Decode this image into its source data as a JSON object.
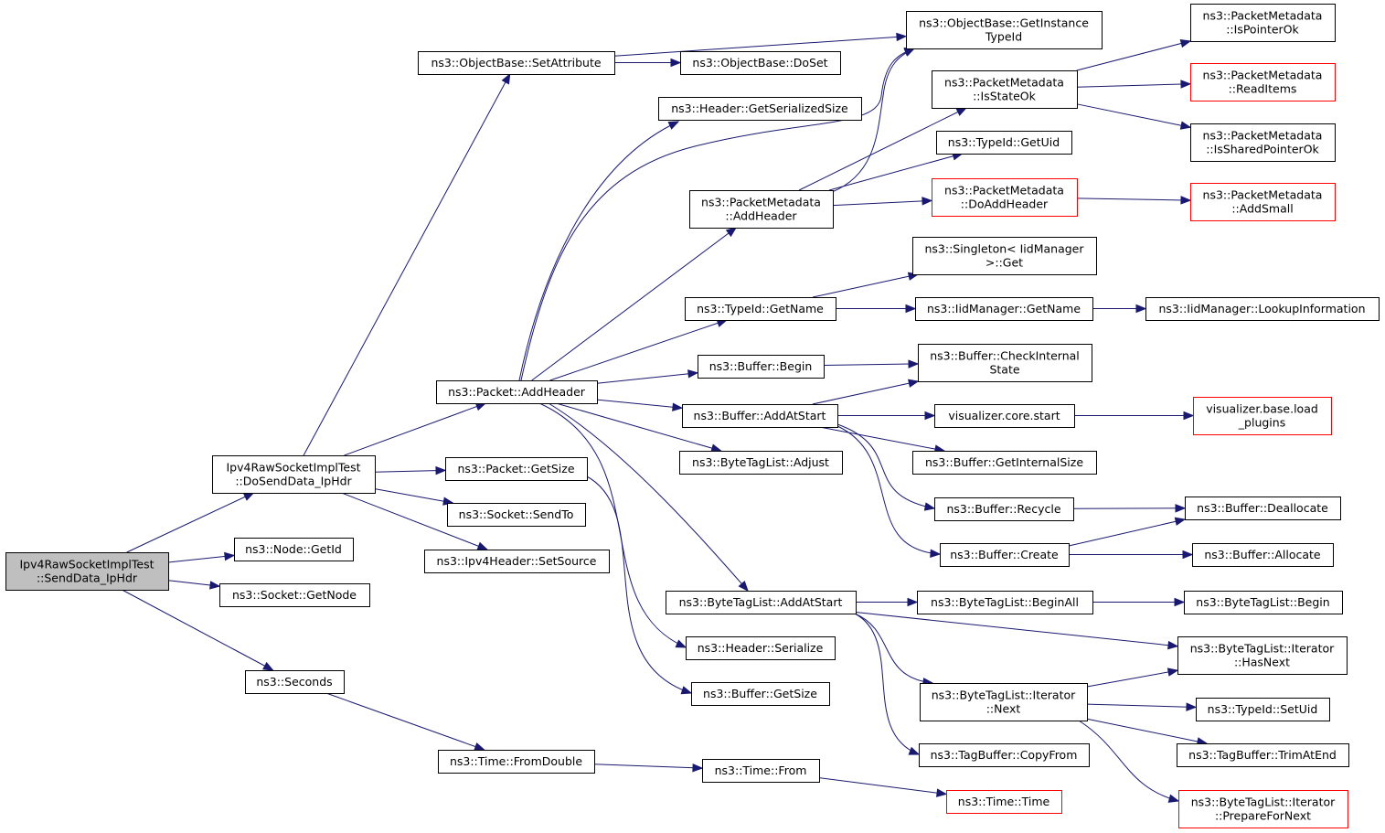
{
  "graph": {
    "nodes": [
      {
        "id": "root",
        "lines": [
          "Ipv4RawSocketImplTest",
          "::SendData_IpHdr"
        ],
        "root": true
      },
      {
        "id": "dosend",
        "lines": [
          "Ipv4RawSocketImplTest",
          "::DoSendData_IpHdr"
        ]
      },
      {
        "id": "getid",
        "lines": [
          "ns3::Node::GetId"
        ]
      },
      {
        "id": "getnode",
        "lines": [
          "ns3::Socket::GetNode"
        ]
      },
      {
        "id": "seconds",
        "lines": [
          "ns3::Seconds"
        ]
      },
      {
        "id": "setattr",
        "lines": [
          "ns3::ObjectBase::SetAttribute"
        ]
      },
      {
        "id": "addheader",
        "lines": [
          "ns3::Packet::AddHeader"
        ]
      },
      {
        "id": "pgetsize",
        "lines": [
          "ns3::Packet::GetSize"
        ]
      },
      {
        "id": "sendto",
        "lines": [
          "ns3::Socket::SendTo"
        ]
      },
      {
        "id": "setsource",
        "lines": [
          "ns3::Ipv4Header::SetSource"
        ]
      },
      {
        "id": "fromdouble",
        "lines": [
          "ns3::Time::FromDouble"
        ]
      },
      {
        "id": "getinst",
        "lines": [
          "ns3::ObjectBase::GetInstance",
          "TypeId"
        ]
      },
      {
        "id": "doset",
        "lines": [
          "ns3::ObjectBase::DoSet"
        ]
      },
      {
        "id": "hgetser",
        "lines": [
          "ns3::Header::GetSerializedSize"
        ]
      },
      {
        "id": "pmaddheader",
        "lines": [
          "ns3::PacketMetadata",
          "::AddHeader"
        ]
      },
      {
        "id": "tgetname",
        "lines": [
          "ns3::TypeId::GetName"
        ]
      },
      {
        "id": "bbegin",
        "lines": [
          "ns3::Buffer::Begin"
        ]
      },
      {
        "id": "baddatstart",
        "lines": [
          "ns3::Buffer::AddAtStart"
        ]
      },
      {
        "id": "btladjust",
        "lines": [
          "ns3::ByteTagList::Adjust"
        ]
      },
      {
        "id": "btladdatstart",
        "lines": [
          "ns3::ByteTagList::AddAtStart"
        ]
      },
      {
        "id": "hserialize",
        "lines": [
          "ns3::Header::Serialize"
        ]
      },
      {
        "id": "bgetsize",
        "lines": [
          "ns3::Buffer::GetSize"
        ]
      },
      {
        "id": "tfrom",
        "lines": [
          "ns3::Time::From"
        ]
      },
      {
        "id": "pmisstateok",
        "lines": [
          "ns3::PacketMetadata",
          "::IsStateOk"
        ]
      },
      {
        "id": "tgetuid",
        "lines": [
          "ns3::TypeId::GetUid"
        ]
      },
      {
        "id": "pmdoaddheader",
        "lines": [
          "ns3::PacketMetadata",
          "::DoAddHeader"
        ],
        "truncated": true
      },
      {
        "id": "singleton",
        "lines": [
          "ns3::Singleton< IidManager",
          ">::Get"
        ]
      },
      {
        "id": "iidgetname",
        "lines": [
          "ns3::IidManager::GetName"
        ]
      },
      {
        "id": "bcheckinternal",
        "lines": [
          "ns3::Buffer::CheckInternal",
          "State"
        ]
      },
      {
        "id": "vizstart",
        "lines": [
          "visualizer.core.start"
        ]
      },
      {
        "id": "bgetinternal",
        "lines": [
          "ns3::Buffer::GetInternalSize"
        ]
      },
      {
        "id": "brecycle",
        "lines": [
          "ns3::Buffer::Recycle"
        ]
      },
      {
        "id": "bcreate",
        "lines": [
          "ns3::Buffer::Create"
        ]
      },
      {
        "id": "btlbeginall",
        "lines": [
          "ns3::ByteTagList::BeginAll"
        ]
      },
      {
        "id": "btlitnext",
        "lines": [
          "ns3::ByteTagList::Iterator",
          "::Next"
        ]
      },
      {
        "id": "tbcopyfrom",
        "lines": [
          "ns3::TagBuffer::CopyFrom"
        ]
      },
      {
        "id": "ttime",
        "lines": [
          "ns3::Time::Time"
        ],
        "truncated": true
      },
      {
        "id": "pmispointerok",
        "lines": [
          "ns3::PacketMetadata",
          "::IsPointerOk"
        ]
      },
      {
        "id": "pmreaditems",
        "lines": [
          "ns3::PacketMetadata",
          "::ReadItems"
        ],
        "truncated": true
      },
      {
        "id": "pmissharedok",
        "lines": [
          "ns3::PacketMetadata",
          "::IsSharedPointerOk"
        ]
      },
      {
        "id": "pmaddsmall",
        "lines": [
          "ns3::PacketMetadata",
          "::AddSmall"
        ],
        "truncated": true
      },
      {
        "id": "iidlookup",
        "lines": [
          "ns3::IidManager::LookupInformation"
        ]
      },
      {
        "id": "vizload",
        "lines": [
          "visualizer.base.load",
          "_plugins"
        ],
        "truncated": true
      },
      {
        "id": "bdealloc",
        "lines": [
          "ns3::Buffer::Deallocate"
        ]
      },
      {
        "id": "balloc",
        "lines": [
          "ns3::Buffer::Allocate"
        ]
      },
      {
        "id": "btlbegin",
        "lines": [
          "ns3::ByteTagList::Begin"
        ]
      },
      {
        "id": "btlithasnext",
        "lines": [
          "ns3::ByteTagList::Iterator",
          "::HasNext"
        ]
      },
      {
        "id": "tsetuid",
        "lines": [
          "ns3::TypeId::SetUid"
        ]
      },
      {
        "id": "tbtrimatend",
        "lines": [
          "ns3::TagBuffer::TrimAtEnd"
        ]
      },
      {
        "id": "btlitprepare",
        "lines": [
          "ns3::ByteTagList::Iterator",
          "::PrepareForNext"
        ],
        "truncated": true
      }
    ],
    "edges": [
      [
        "root",
        "dosend"
      ],
      [
        "root",
        "getid"
      ],
      [
        "root",
        "getnode"
      ],
      [
        "root",
        "seconds"
      ],
      [
        "dosend",
        "setattr"
      ],
      [
        "dosend",
        "addheader"
      ],
      [
        "dosend",
        "pgetsize"
      ],
      [
        "dosend",
        "sendto"
      ],
      [
        "dosend",
        "setsource"
      ],
      [
        "seconds",
        "fromdouble"
      ],
      [
        "setattr",
        "getinst"
      ],
      [
        "setattr",
        "doset"
      ],
      [
        "addheader",
        "hgetser"
      ],
      [
        "addheader",
        "getinst"
      ],
      [
        "addheader",
        "pmaddheader"
      ],
      [
        "addheader",
        "tgetname"
      ],
      [
        "addheader",
        "bbegin"
      ],
      [
        "addheader",
        "baddatstart"
      ],
      [
        "addheader",
        "btladjust"
      ],
      [
        "addheader",
        "btladdatstart"
      ],
      [
        "addheader",
        "hserialize"
      ],
      [
        "pgetsize",
        "bgetsize"
      ],
      [
        "fromdouble",
        "tfrom"
      ],
      [
        "tfrom",
        "ttime"
      ],
      [
        "pmaddheader",
        "getinst"
      ],
      [
        "pmaddheader",
        "pmisstateok"
      ],
      [
        "pmaddheader",
        "tgetuid"
      ],
      [
        "pmaddheader",
        "pmdoaddheader"
      ],
      [
        "pmisstateok",
        "pmispointerok"
      ],
      [
        "pmisstateok",
        "pmreaditems"
      ],
      [
        "pmisstateok",
        "pmissharedok"
      ],
      [
        "pmdoaddheader",
        "pmaddsmall"
      ],
      [
        "tgetname",
        "singleton"
      ],
      [
        "tgetname",
        "iidgetname"
      ],
      [
        "iidgetname",
        "iidlookup"
      ],
      [
        "bbegin",
        "bcheckinternal"
      ],
      [
        "baddatstart",
        "bcheckinternal"
      ],
      [
        "baddatstart",
        "vizstart"
      ],
      [
        "baddatstart",
        "bgetinternal"
      ],
      [
        "baddatstart",
        "brecycle"
      ],
      [
        "baddatstart",
        "bcreate"
      ],
      [
        "vizstart",
        "vizload"
      ],
      [
        "brecycle",
        "bdealloc"
      ],
      [
        "bcreate",
        "bdealloc"
      ],
      [
        "bcreate",
        "balloc"
      ],
      [
        "btladdatstart",
        "btlbeginall"
      ],
      [
        "btladdatstart",
        "btlithasnext"
      ],
      [
        "btladdatstart",
        "btlitnext"
      ],
      [
        "btladdatstart",
        "tbcopyfrom"
      ],
      [
        "btlbeginall",
        "btlbegin"
      ],
      [
        "btlitnext",
        "btlithasnext"
      ],
      [
        "btlitnext",
        "tsetuid"
      ],
      [
        "btlitnext",
        "tbtrimatend"
      ],
      [
        "btlitnext",
        "btlitprepare"
      ]
    ]
  },
  "colors": {
    "edge": "#191970",
    "truncated_border": "#ff0000",
    "root_fill": "#bfbfbf"
  }
}
